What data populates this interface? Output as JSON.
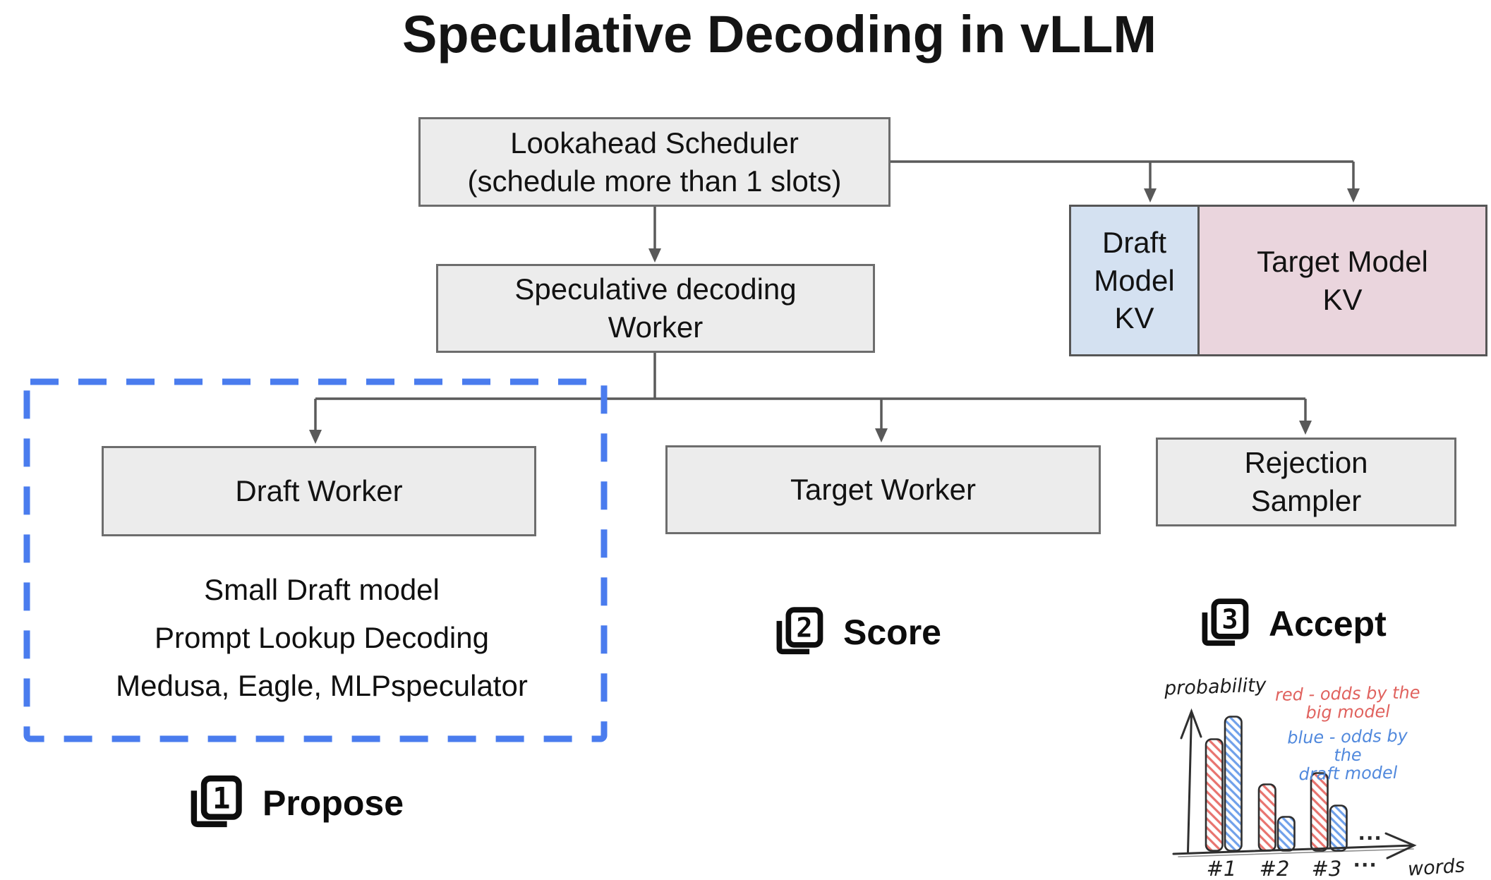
{
  "title": "Speculative Decoding in vLLM",
  "nodes": {
    "scheduler": "Lookahead Scheduler\n(schedule more than 1 slots)",
    "spec_worker": "Speculative decoding\nWorker",
    "draft_kv": "Draft\nModel\nKV",
    "target_kv": "Target Model\nKV",
    "draft_worker": "Draft Worker",
    "target_worker": "Target Worker",
    "rejection_sampler": "Rejection\nSampler"
  },
  "draft_methods": "Small Draft model\nPrompt Lookup Decoding\nMedusa, Eagle, MLPspeculator",
  "steps": [
    {
      "num": "1",
      "label": "Propose"
    },
    {
      "num": "2",
      "label": "Score"
    },
    {
      "num": "3",
      "label": "Accept"
    }
  ],
  "colors": {
    "node_fill": "#ececec",
    "node_border": "#6d6d6d",
    "connector": "#5a5a5a",
    "dashed_region": "#4a7cee",
    "draft_kv_fill": "#d4e1f1",
    "target_kv_fill": "#ead5dd",
    "legend_red": "#e0625e",
    "legend_blue": "#5189dd"
  },
  "chart_data": {
    "type": "bar",
    "title": "",
    "xlabel": "words",
    "ylabel": "probability",
    "categories": [
      "#1",
      "#2",
      "#3"
    ],
    "series": [
      {
        "name": "red - odds by the big model",
        "color": "#e8736e",
        "values": [
          0.79,
          0.47,
          0.55
        ]
      },
      {
        "name": "blue - odds by the draft model",
        "color": "#6fa0ea",
        "values": [
          0.95,
          0.24,
          0.32
        ]
      }
    ],
    "legend": {
      "red": [
        "red - odds by the",
        "big model"
      ],
      "blue": [
        "blue - odds by the",
        "draft model"
      ]
    },
    "ellipsis": "...",
    "ylim": [
      0,
      1
    ],
    "grid": false,
    "legend_position": "top-right"
  }
}
